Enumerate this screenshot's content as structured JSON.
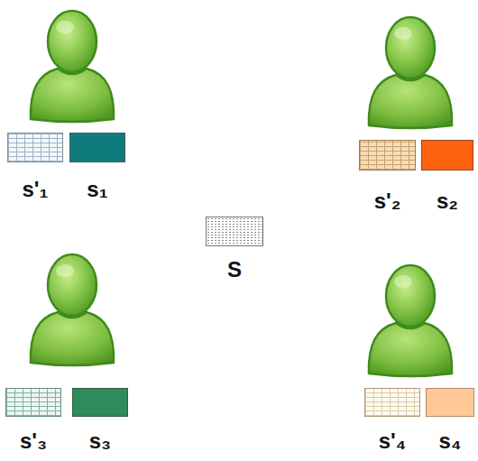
{
  "diagram": {
    "nodes": [
      {
        "text": [
          "s'₁"
        ]
      },
      {
        "text": [
          "s₁"
        ]
      },
      {
        "text": [
          "s'₂"
        ]
      },
      {
        "text": [
          "s₂"
        ]
      },
      {
        "text": [
          "S"
        ]
      },
      {
        "text": [
          "s'₃"
        ]
      },
      {
        "text": [
          "s₃"
        ]
      },
      {
        "text": [
          "s'₄"
        ]
      },
      {
        "text": [
          "s₄"
        ]
      }
    ]
  }
}
